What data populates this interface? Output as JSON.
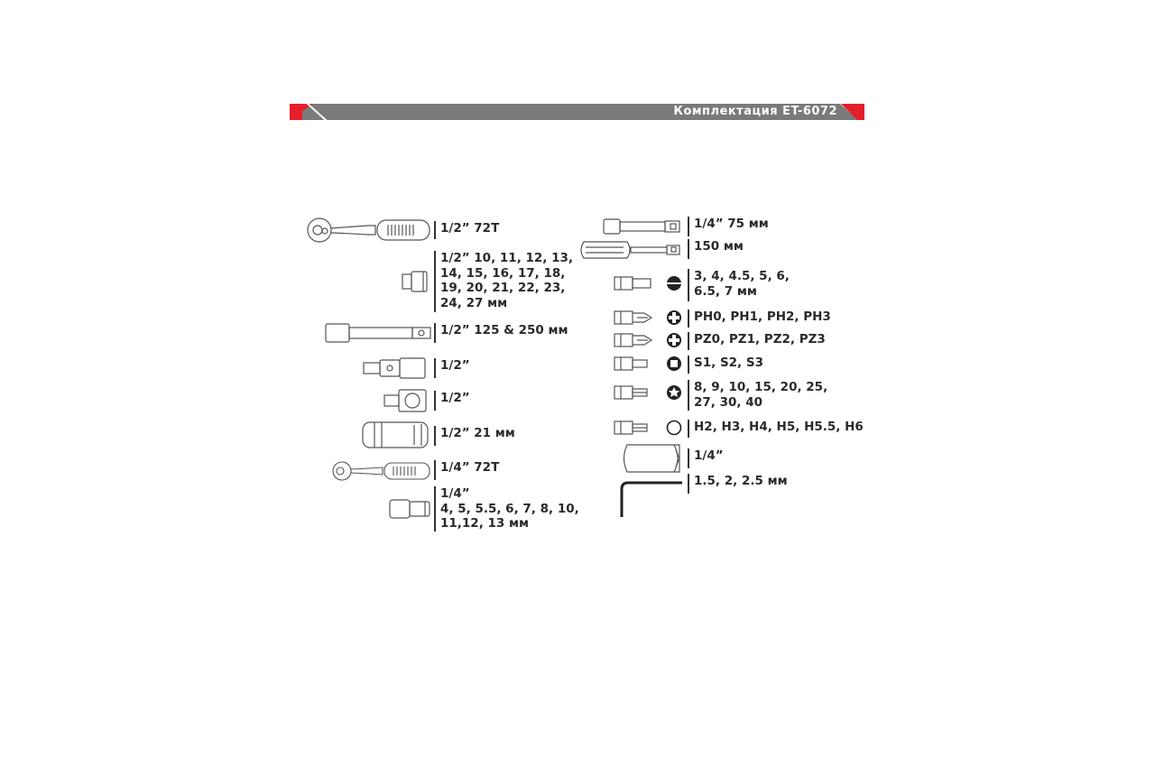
{
  "header": {
    "title": "Комплектация  ET-6072",
    "accent": "#e51e2a",
    "bar_color": "#7a7a7a"
  },
  "left_column": [
    {
      "icon": "ratchet-icon",
      "label": "1/2” 72T"
    },
    {
      "icon": "socket-icon",
      "label": "1/2” 10, 11, 12, 13,\n14, 15, 16, 17, 18,\n19, 20, 21, 22, 23,\n24, 27 мм"
    },
    {
      "icon": "extension-bar-icon",
      "label": "1/2” 125 & 250 мм"
    },
    {
      "icon": "universal-joint-icon",
      "label": "1/2”"
    },
    {
      "icon": "adapter-icon",
      "label": "1/2”"
    },
    {
      "icon": "spark-plug-socket-icon",
      "label": "1/2” 21 мм"
    },
    {
      "icon": "ratchet-icon",
      "label": "1/4” 72T"
    },
    {
      "icon": "socket-icon",
      "label": "1/4”\n4, 5, 5.5, 6, 7, 8, 10,\n11,12, 13 мм"
    }
  ],
  "right_column": [
    {
      "icon": "extension-bar-icon",
      "label": "1/4” 75 мм"
    },
    {
      "icon": "bit-holder-screwdriver-icon",
      "label": "150 мм"
    },
    {
      "icon": "slotted-bit-icon",
      "label": "3, 4, 4.5, 5, 6,\n6.5, 7 мм"
    },
    {
      "icon": "phillips-bit-icon",
      "label": "PH0, PH1, PH2, PH3"
    },
    {
      "icon": "pozidriv-bit-icon",
      "label": "PZ0, PZ1, PZ2, PZ3"
    },
    {
      "icon": "square-bit-icon",
      "label": "S1, S2, S3"
    },
    {
      "icon": "torx-bit-icon",
      "label": "8, 9, 10, 15, 20, 25,\n27, 30, 40"
    },
    {
      "icon": "hex-bit-icon",
      "label": "H2, H3, H4, H5, H5.5, H6"
    },
    {
      "icon": "bit-adapter-socket-icon",
      "label": "1/4”"
    },
    {
      "icon": "hex-key-icon",
      "label": "1.5, 2, 2.5 мм"
    }
  ]
}
